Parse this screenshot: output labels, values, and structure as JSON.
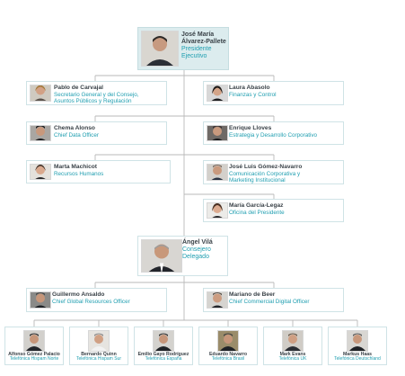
{
  "ceo": {
    "name_1": "José María",
    "name_2": "Álvarez-Pallete",
    "role_1": "Presidente",
    "role_2": "Ejecutivo"
  },
  "left": [
    {
      "name": "Pablo de Carvajal",
      "role_1": "Secretario General y del Consejo,",
      "role_2": "Asuntos Públicos y Regulación"
    },
    {
      "name": "Chema Alonso",
      "role_1": "Chief Data Officer"
    },
    {
      "name": "Marta Machicot",
      "role_1": "Recursos Humanos"
    }
  ],
  "right": [
    {
      "name": "Laura Abasolo",
      "role_1": "Finanzas y Control"
    },
    {
      "name": "Enrique Lloves",
      "role_1": "Estrategia y Desarrollo Corporativo"
    },
    {
      "name": "José Luis Gómez-Navarro",
      "role_1": "Comunicación Corporativa y",
      "role_2": "Marketing Institucional"
    },
    {
      "name": "María García-Legaz",
      "role_1": "Oficina del Presidente"
    }
  ],
  "cod": {
    "name": "Ángel Vilá",
    "role_1": "Consejero",
    "role_2": "Delegado"
  },
  "mid": [
    {
      "name": "Guillermo Ansaldo",
      "role_1": "Chief Global Resources Officer"
    },
    {
      "name": "Mariano de Beer",
      "role_1": "Chief Commercial Digital Officer"
    }
  ],
  "bottom": [
    {
      "name": "Alfonso Gómez Palacio",
      "role": "Telefónica Hispam Norte"
    },
    {
      "name": "Bernardo Quinn",
      "role": "Telefónica Hispam Sur"
    },
    {
      "name": "Emilio Gayo Rodríguez",
      "role": "Telefónica España"
    },
    {
      "name": "Eduardo Navarro",
      "role": "Telefónica Brasil"
    },
    {
      "name": "Mark Evans",
      "role": "Telefónica UK"
    },
    {
      "name": "Markus Haas",
      "role": "Telefónica Deutschland"
    }
  ],
  "colors": {
    "accent": "#1f9eb0",
    "name": "#3a4248",
    "highlight": "#dcecee",
    "border": "#cfe3e6",
    "connector": "#b9b9b9"
  }
}
